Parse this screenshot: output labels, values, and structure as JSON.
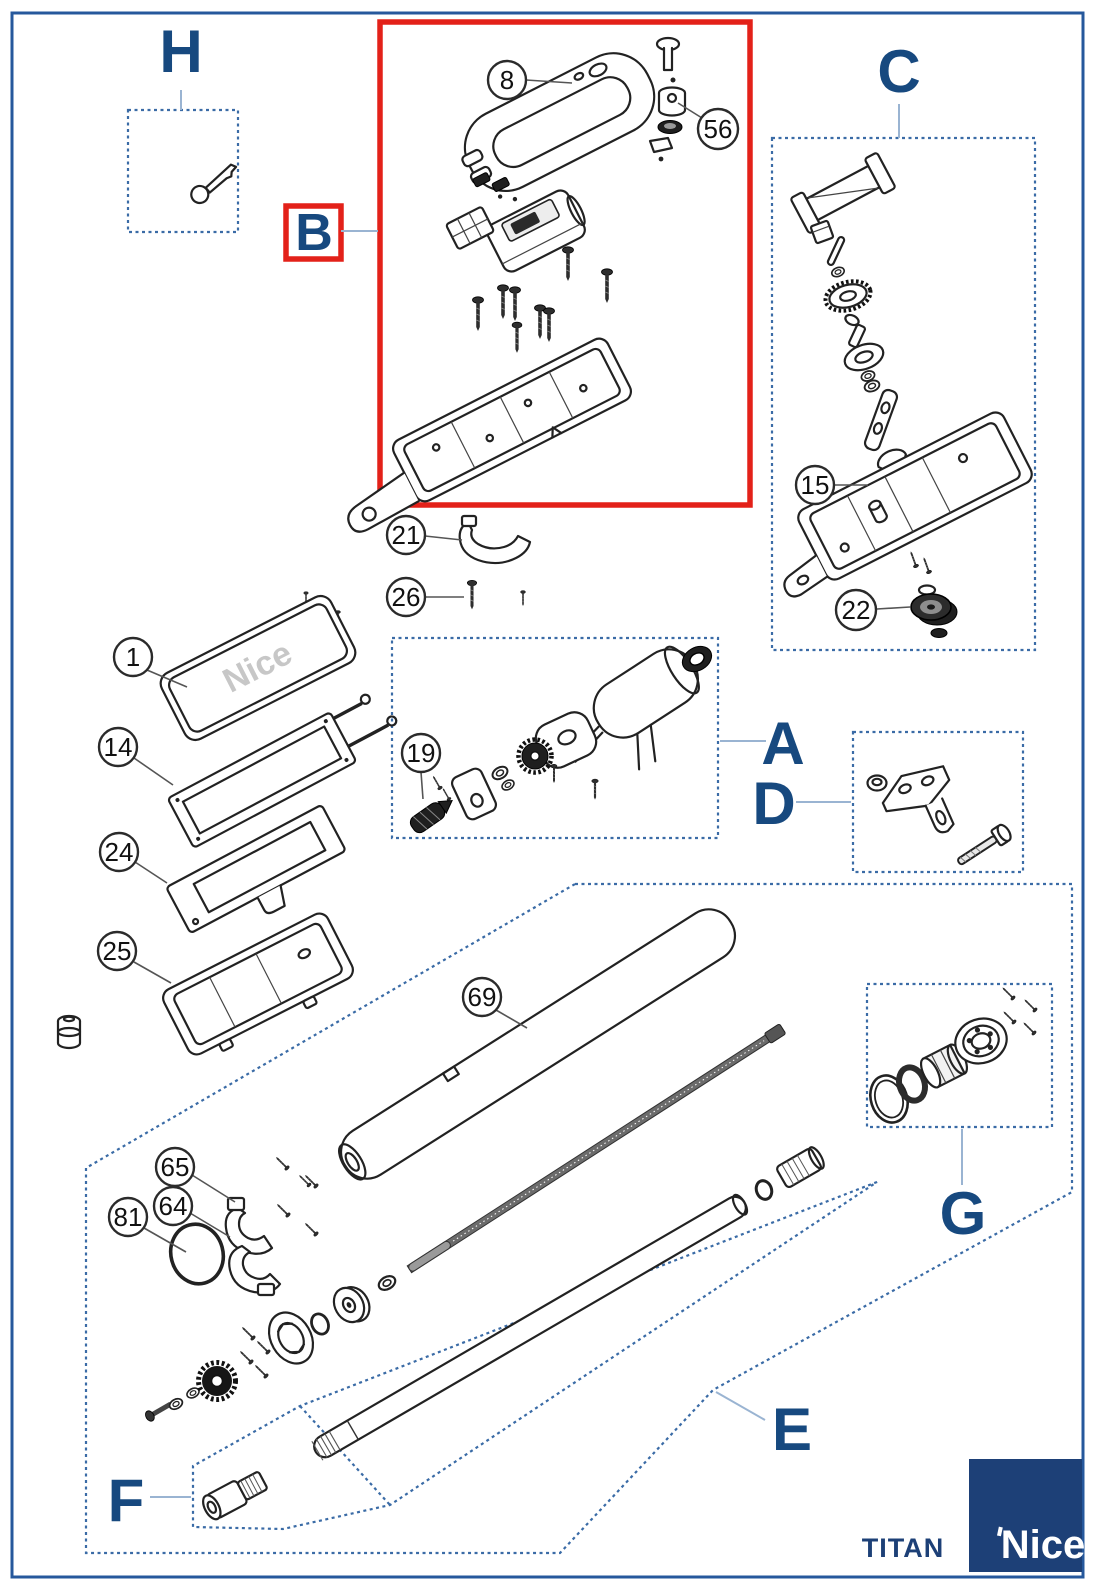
{
  "footer": {
    "model": "TITAN",
    "brand": "Nice"
  },
  "labels": {
    "a": "A",
    "b": "B",
    "c": "C",
    "d": "D",
    "e": "E",
    "f": "F",
    "g": "G",
    "h": "H"
  },
  "callouts": {
    "n1": "1",
    "n8": "8",
    "n14": "14",
    "n15": "15",
    "n19": "19",
    "n21": "21",
    "n22": "22",
    "n24": "24",
    "n25": "25",
    "n26": "26",
    "n56": "56",
    "n64": "64",
    "n65": "65",
    "n69": "69",
    "n81": "81"
  },
  "parts": {
    "part1_embossed": "Nice"
  },
  "colors": {
    "label_blue": "#17497f",
    "dashed_box_blue": "#3a6ba6",
    "highlight_red": "#e32119",
    "brand_navy": "#1d4077",
    "page_border_blue": "#26589c",
    "line_art": "#222222"
  }
}
